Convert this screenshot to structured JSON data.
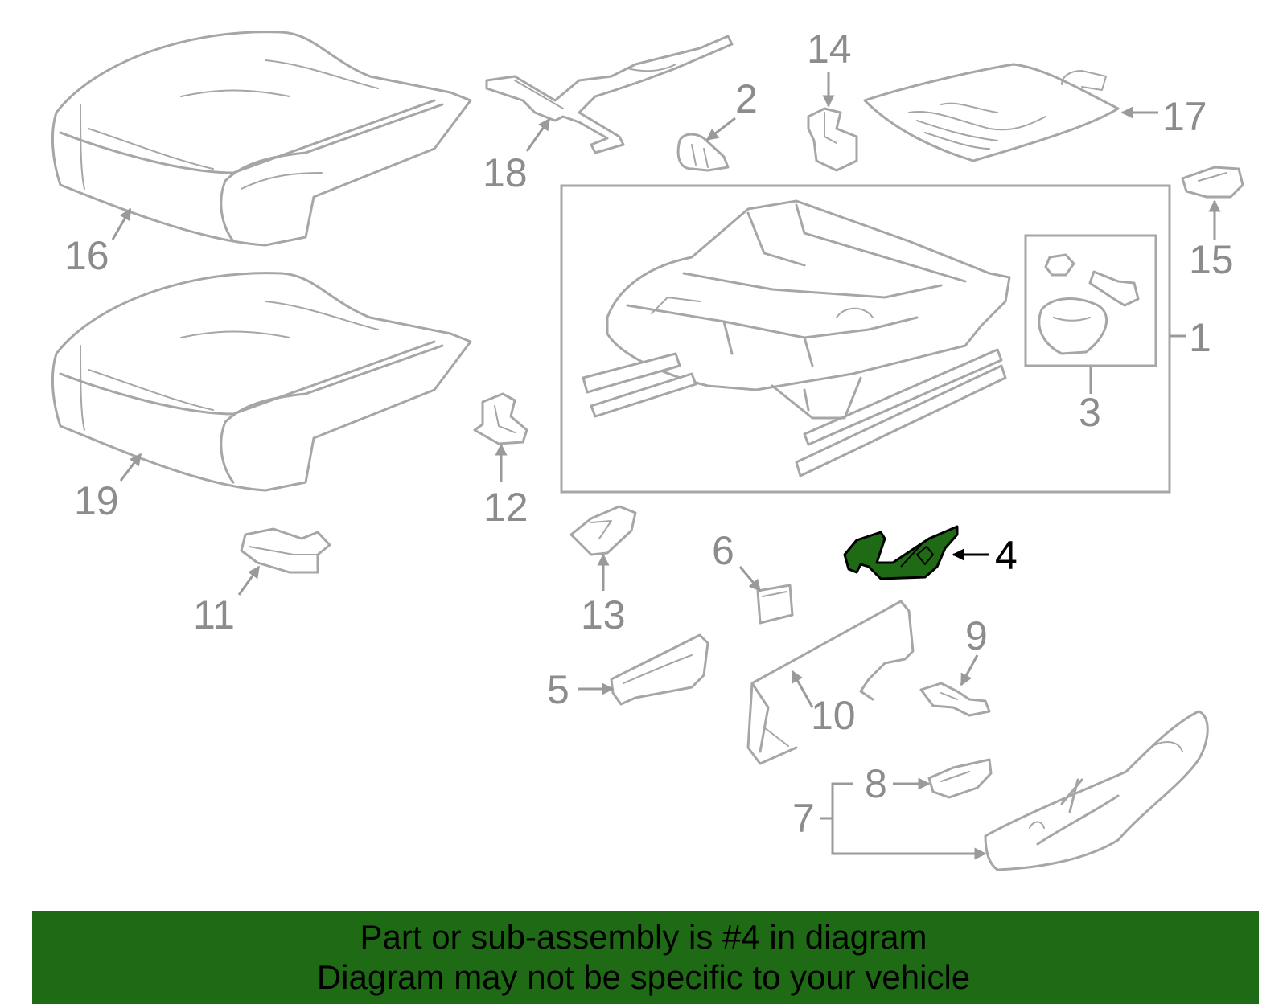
{
  "diagram": {
    "highlighted_part": "4",
    "highlight_color": "#1f6b15",
    "part_color": "#a6a6a6",
    "callouts": {
      "p1": "1",
      "p2": "2",
      "p3": "3",
      "p4": "4",
      "p5": "5",
      "p6": "6",
      "p7": "7",
      "p8": "8",
      "p9": "9",
      "p10": "10",
      "p11": "11",
      "p12": "12",
      "p13": "13",
      "p14": "14",
      "p15": "15",
      "p16": "16",
      "p17": "17",
      "p18": "18",
      "p19": "19"
    }
  },
  "banner": {
    "line1": "Part or sub-assembly is #4 in diagram",
    "line2": "Diagram may not be specific to your vehicle",
    "background": "#1f6b15"
  }
}
